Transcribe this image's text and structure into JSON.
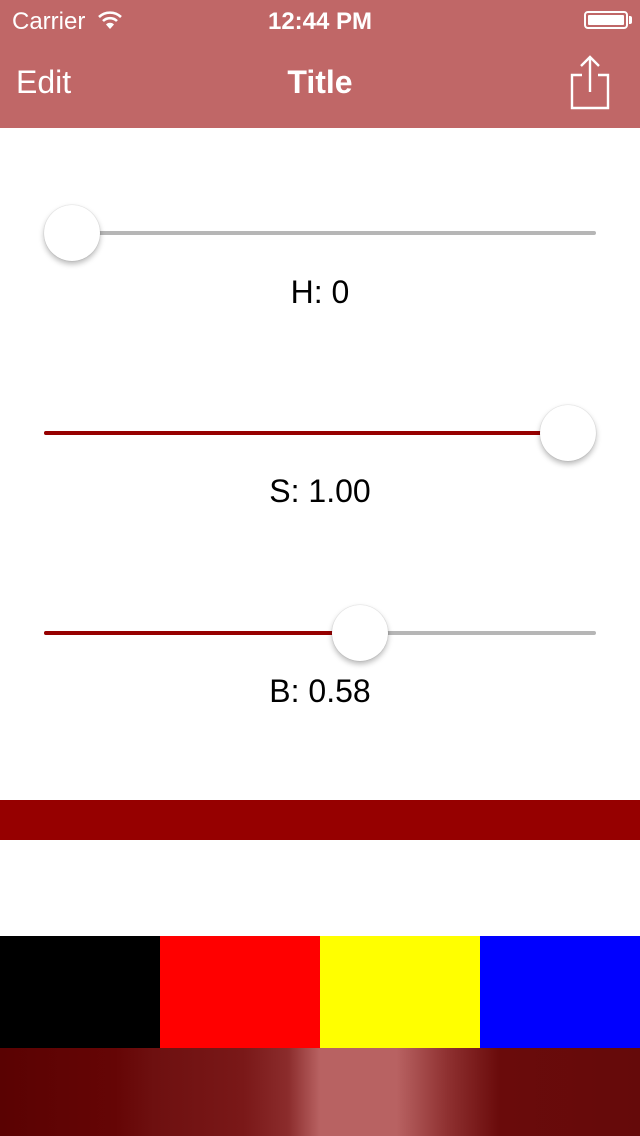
{
  "status_bar": {
    "carrier": "Carrier",
    "time": "12:44 PM"
  },
  "nav": {
    "edit_label": "Edit",
    "title": "Title",
    "share_icon": "share-icon"
  },
  "sliders": [
    {
      "label": "H: 0",
      "value": 0.0
    },
    {
      "label": "S: 1.00",
      "value": 1.0
    },
    {
      "label": "B: 0.58",
      "value": 0.58
    }
  ],
  "colors": {
    "nav_bar": "#c06767",
    "accent": "#960000",
    "preview": "#960000",
    "swatches": [
      "#000000",
      "#ff0000",
      "#ffff00",
      "#0000ff"
    ]
  }
}
